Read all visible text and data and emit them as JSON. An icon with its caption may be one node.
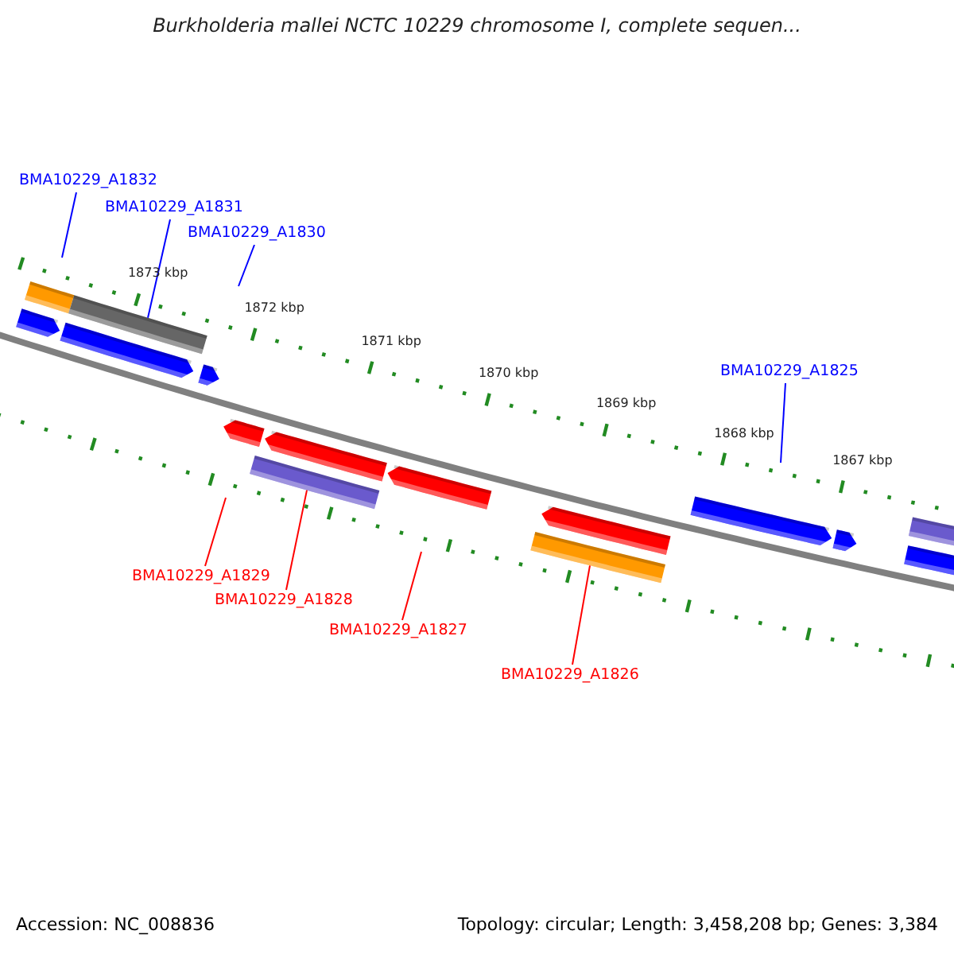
{
  "diagram": {
    "title": "Burkholderia mallei NCTC 10229 chromosome I, complete sequen...",
    "nodes": [
      {
        "text": [
          "BMA10229_A1832"
        ]
      },
      {
        "text": [
          "BMA10229_A1831"
        ]
      },
      {
        "text": [
          "BMA10229_A1830"
        ]
      },
      {
        "text": [
          "BMA10229_A1825"
        ]
      },
      {
        "text": [
          "BMA10229_A1829"
        ]
      },
      {
        "text": [
          "BMA10229_A1828"
        ]
      },
      {
        "text": [
          "BMA10229_A1827"
        ]
      },
      {
        "text": [
          "BMA10229_A1826"
        ]
      },
      {
        "text": [],
        "shape": "bar"
      },
      {
        "text": [],
        "shape": "bar"
      },
      {
        "text": [],
        "shape": "bar"
      }
    ],
    "edges": [
      {
        "from": 0,
        "to": null,
        "arrow": "none"
      },
      {
        "from": 1,
        "to": 8,
        "arrow": "none"
      },
      {
        "from": 2,
        "to": null,
        "arrow": "none"
      },
      {
        "from": 3,
        "to": null,
        "arrow": "none"
      },
      {
        "from": 4,
        "to": null,
        "arrow": "none",
        "color": "#ff0000"
      },
      {
        "from": 5,
        "to": 9,
        "arrow": "none",
        "color": "#ff0000"
      },
      {
        "from": 6,
        "to": null,
        "arrow": "none",
        "color": "#ff0000"
      },
      {
        "from": 7,
        "to": 10,
        "arrow": "none",
        "color": "#ff0000"
      }
    ],
    "labels": [
      "1873 kbp",
      "1872 kbp",
      "1871 kbp",
      "1870 kbp",
      "1869 kbp",
      "1868 kbp",
      "1867 kbp",
      "Accession: NC_008836",
      "Topology: circular; Length: 3,458,208 bp; Genes: 3,384"
    ]
  }
}
